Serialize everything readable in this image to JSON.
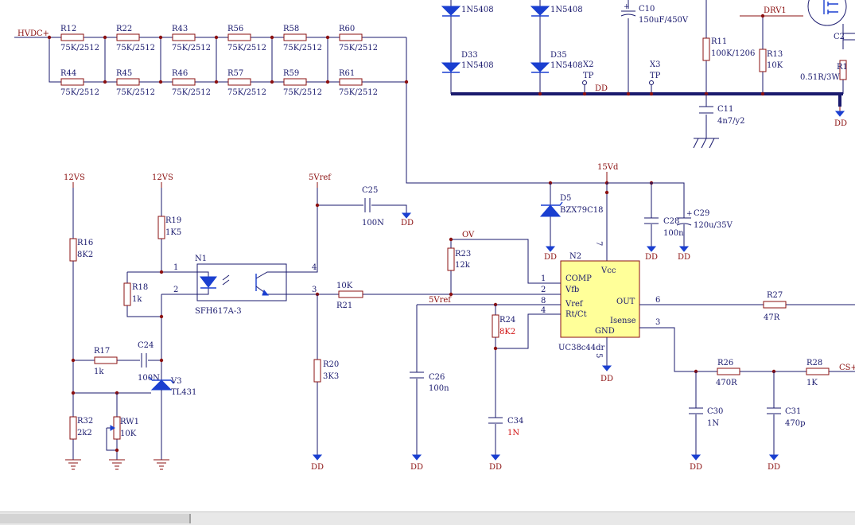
{
  "nets": {
    "hvdc": "HVDC+",
    "drv1": "DRV1",
    "dd": "DD",
    "v12a": "12VS",
    "v12b": "12VS",
    "vref_top": "5Vref",
    "vref_mid": "5Vref",
    "v15d": "15Vd",
    "ov": "OV",
    "cs": "CS+",
    "tp": "TP"
  },
  "top_resistors": {
    "row1": [
      {
        "ref": "R12",
        "val": "75K/2512"
      },
      {
        "ref": "R22",
        "val": "75K/2512"
      },
      {
        "ref": "R43",
        "val": "75K/2512"
      },
      {
        "ref": "R56",
        "val": "75K/2512"
      },
      {
        "ref": "R58",
        "val": "75K/2512"
      },
      {
        "ref": "R60",
        "val": "75K/2512"
      }
    ],
    "row2": [
      {
        "ref": "R44",
        "val": "75K/2512"
      },
      {
        "ref": "R45",
        "val": "75K/2512"
      },
      {
        "ref": "R46",
        "val": "75K/2512"
      },
      {
        "ref": "R57",
        "val": "75K/2512"
      },
      {
        "ref": "R59",
        "val": "75K/2512"
      },
      {
        "ref": "R61",
        "val": "75K/2512"
      }
    ]
  },
  "diodes": {
    "d_top_a": "1N5408",
    "d_top_b": "1N5408",
    "d33_ref": "D33",
    "d33_val": "1N5408",
    "d35_ref": "D35",
    "d35_val": "1N5408",
    "d5_ref": "D5",
    "d5_val": "BZX79C18"
  },
  "test_points": {
    "x2": "X2",
    "x3": "X3"
  },
  "caps": {
    "c10_ref": "C10",
    "c10_val": "150uF/450V",
    "c11_ref": "C11",
    "c11_val": "4n7/y2",
    "c2_ref": "C2",
    "c25_ref": "C25",
    "c25_val": "100N",
    "c28_ref": "C28",
    "c28_val": "100n",
    "c29_ref": "C29",
    "c29_val": "120u/35V",
    "c24_ref": "C24",
    "c24_val": "100N",
    "c26_ref": "C26",
    "c26_val": "100n",
    "c34_ref": "C34",
    "c34_val": "1N",
    "c30_ref": "C30",
    "c30_val": "1N",
    "c31_ref": "C31",
    "c31_val": "470p"
  },
  "resistors": {
    "r11_ref": "R11",
    "r11_val": "100K/1206",
    "r13_ref": "R13",
    "r13_val": "10K",
    "r1_ref": "R1",
    "r1_val": "0.51R/3W",
    "r16_ref": "R16",
    "r16_val": "8K2",
    "r19_ref": "R19",
    "r19_val": "1K5",
    "r18_ref": "R18",
    "r18_val": "1k",
    "r17_ref": "R17",
    "r17_val": "1k",
    "r32_ref": "R32",
    "r32_val": "2k2",
    "rw1_ref": "RW1",
    "rw1_val": "10K",
    "r20_ref": "R20",
    "r20_val": "3K3",
    "r21_ref": "R21",
    "r21_val": "10K",
    "r23_ref": "R23",
    "r23_val": "12k",
    "r24_ref": "R24",
    "r24_val": "8K2",
    "r27_ref": "R27",
    "r27_val": "47R",
    "r26_ref": "R26",
    "r26_val": "470R",
    "r28_ref": "R28",
    "r28_val": "1K"
  },
  "opto": {
    "ref": "N1",
    "part": "SFH617A-3",
    "pin1": "1",
    "pin2": "2",
    "pin3": "3",
    "pin4": "4"
  },
  "shunt": {
    "ref": "V3",
    "part": "TL431"
  },
  "ic": {
    "ref": "N2",
    "part": "UC38c44dr",
    "comp": "COMP",
    "vfb": "Vfb",
    "vref": "Vref",
    "rtct": "Rt/Ct",
    "vcc": "Vcc",
    "out": "OUT",
    "isense": "Isense",
    "gnd": "GND",
    "p1": "1",
    "p2": "2",
    "p3": "3",
    "p4": "4",
    "p5": "5",
    "p6": "6",
    "p7": "7",
    "p8": "8"
  },
  "colors": {
    "wire": "#1a1a6e",
    "net": "#8b1010",
    "component": "#1a3fd0",
    "ic_fill": "#ffff99",
    "highlight": "#d01010"
  }
}
